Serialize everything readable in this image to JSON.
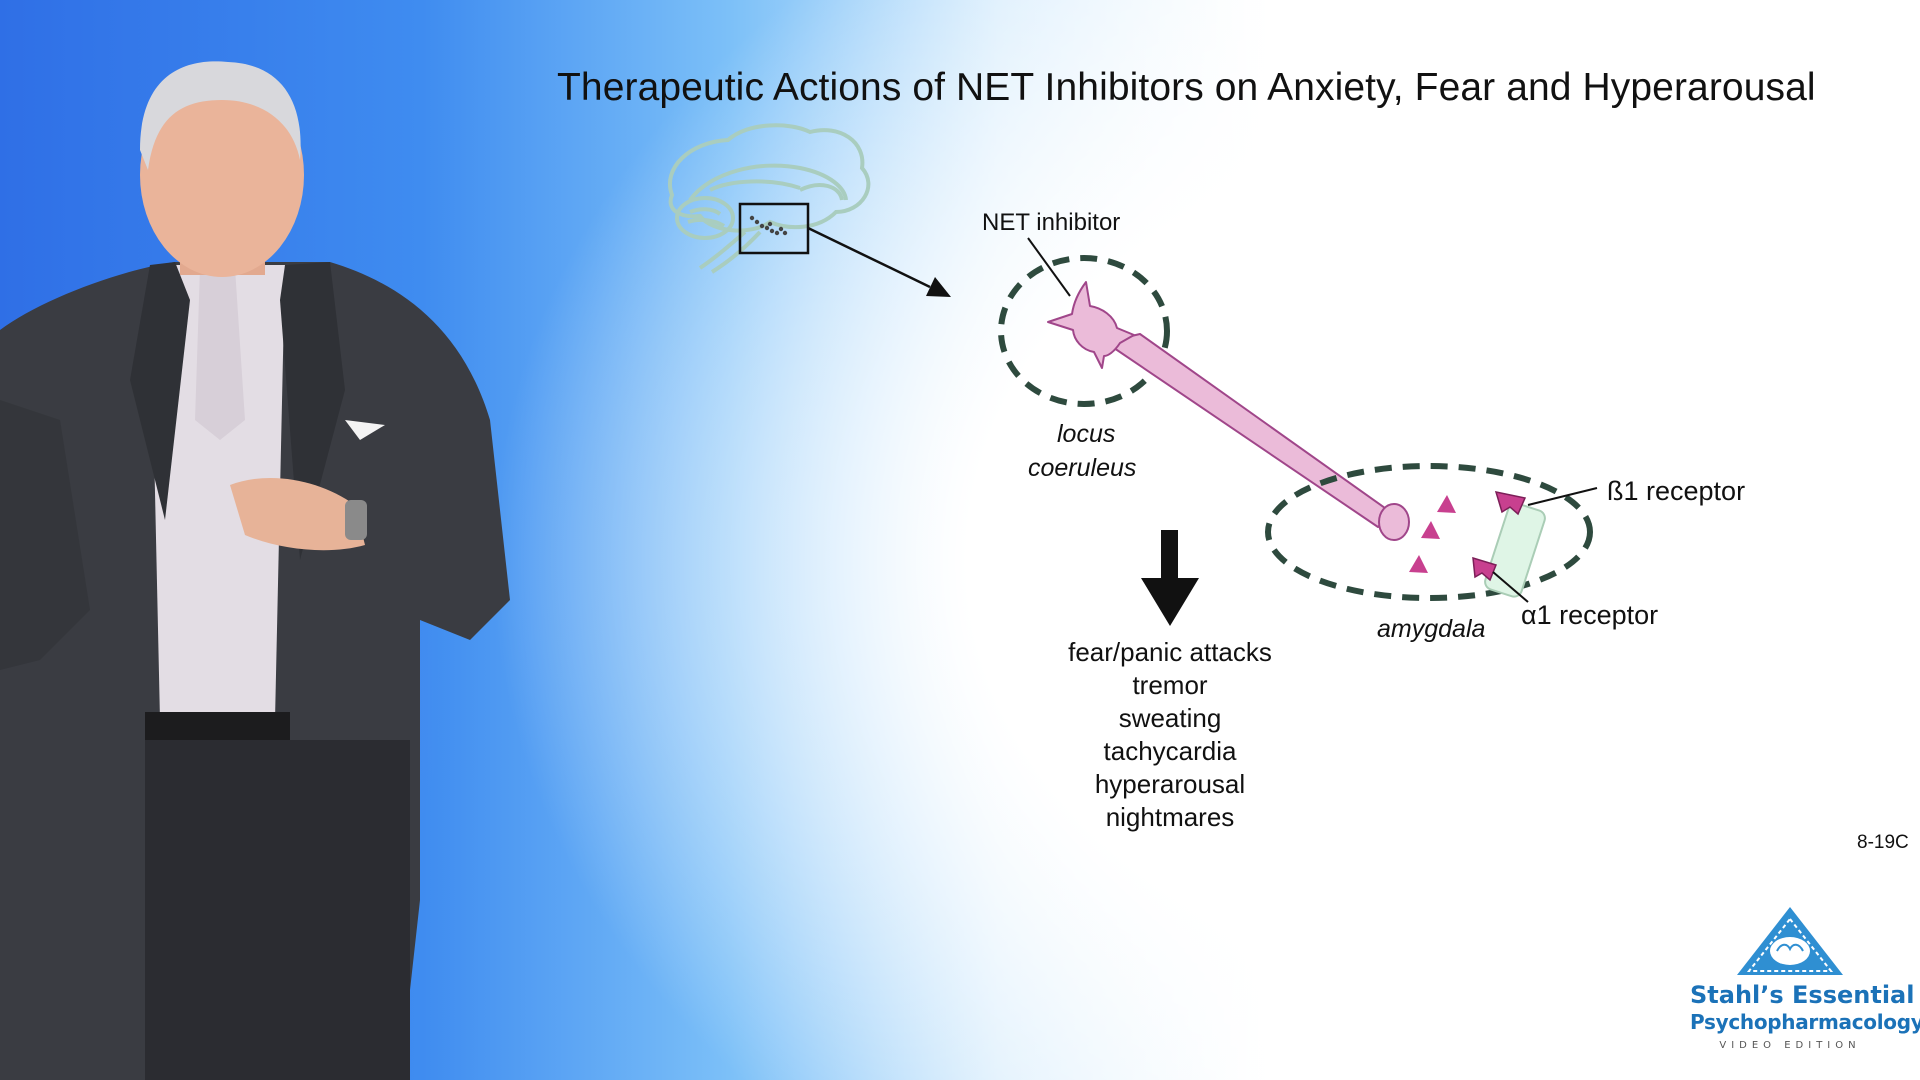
{
  "slide": {
    "title": "Therapeutic Actions of NET Inhibitors on Anxiety, Fear and Hyperarousal",
    "slide_number": "8-19C"
  },
  "diagram": {
    "net_inhibitor_label": "NET inhibitor",
    "locus_label_line1": "locus",
    "locus_label_line2": "coeruleus",
    "amygdala_label": "amygdala",
    "beta1_label": "ß1 receptor",
    "alpha1_label": "α1 receptor",
    "effects": [
      "fear/panic attacks",
      "tremor",
      "sweating",
      "tachycardia",
      "hyperarousal",
      "nightmares"
    ],
    "colors": {
      "neuron": "#ebbbd9",
      "neuron_outline": "#a0468a",
      "dashed_region": "#2e4a3e",
      "neurotransmitter": "#c8408f",
      "postsynaptic": "#dff5e6"
    }
  },
  "logo": {
    "line1": "Stahl’s Essential",
    "line2": "Psychopharmacology",
    "line3": "VIDEO EDITION"
  }
}
